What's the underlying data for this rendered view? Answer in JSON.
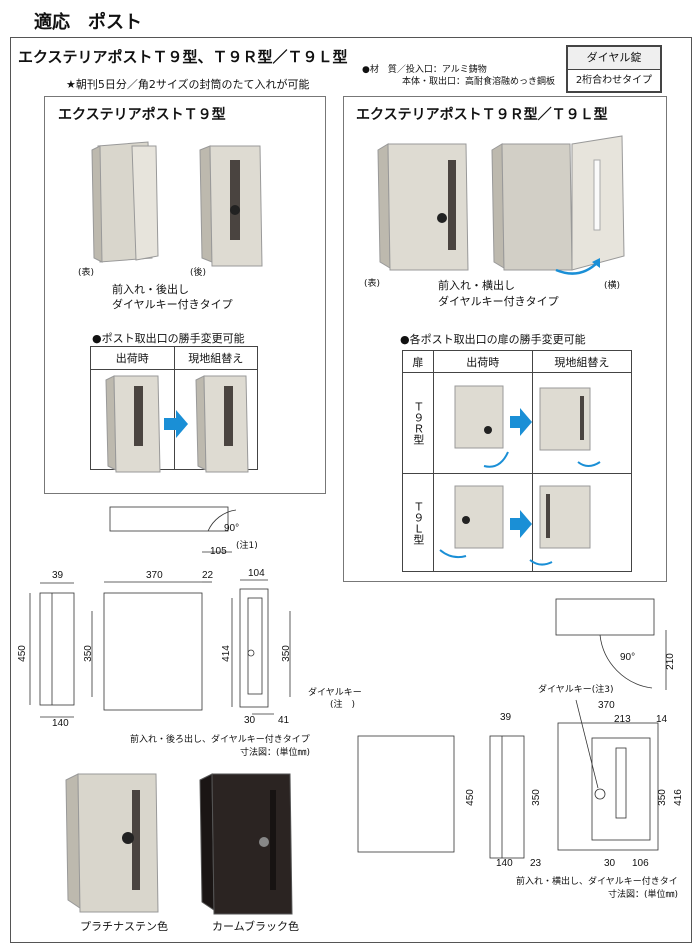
{
  "header": {
    "title": "適応　ポスト"
  },
  "main": {
    "heading": "エクステリアポストＴ９型、Ｔ９Ｒ型／Ｔ９Ｌ型",
    "note": "★朝刊5日分／角2サイズの封筒のたて入れが可能",
    "material": {
      "line1": "●材　質／投入口：アルミ鋳物",
      "line2": "本体・取出口：高耐食溶融めっき鋼板"
    },
    "lock_badge": {
      "title": "ダイヤル錠",
      "value": "2桁合わせタイプ"
    }
  },
  "t9": {
    "title": "エクステリアポストＴ９型",
    "label_front": "(表)",
    "label_back": "(後)",
    "caption1": "前入れ・後出し",
    "caption2": "ダイヤルキー付きタイプ",
    "change_title": "●ポスト取出口の勝手変更可能",
    "col1": "出荷時",
    "col2": "現地組替え"
  },
  "t9r": {
    "title": "エクステリアポストＴ９Ｒ型／Ｔ９Ｌ型",
    "label_front": "(表)",
    "label_side": "(横)",
    "caption1": "前入れ・横出し",
    "caption2": "ダイヤルキー付きタイプ",
    "change_title": "●各ポスト取出口の扉の勝手変更可能",
    "col0": "扉",
    "col1": "出荷時",
    "col2": "現地組替え",
    "row1": "Ｔ９Ｒ型",
    "row2": "Ｔ９Ｌ型"
  },
  "dims_left": {
    "d39": "39",
    "d370": "370",
    "d22": "22",
    "d104": "104",
    "d450": "450",
    "d350a": "350",
    "d414": "414",
    "d350b": "350",
    "d140": "140",
    "d30": "30",
    "d41": "41",
    "d105": "105",
    "angle": "90°",
    "note1": "(注1)",
    "dial": "ダイヤルキー",
    "dial_note": "(注　)",
    "caption": "前入れ・後ろ出し、ダイヤルキー付きタイプ",
    "unit": "寸法図：(単位㎜)"
  },
  "dims_right": {
    "d210": "210",
    "angle": "90°",
    "dial": "ダイヤルキー(注3)",
    "d39": "39",
    "d370": "370",
    "d213": "213",
    "d14": "14",
    "d450": "450",
    "d350a": "350",
    "d350b": "350",
    "d416": "416",
    "d140": "140",
    "d23": "23",
    "d30": "30",
    "d106": "106",
    "caption": "前入れ・横出し、ダイヤルキー付きタイ",
    "unit": "寸法図：(単位㎜)"
  },
  "colors": {
    "platinum_label": "プラチナステン色",
    "black_label": "カームブラック色",
    "platinum": "#d9d6cc",
    "black": "#2b2422",
    "arrow": "#1a8fd6"
  }
}
